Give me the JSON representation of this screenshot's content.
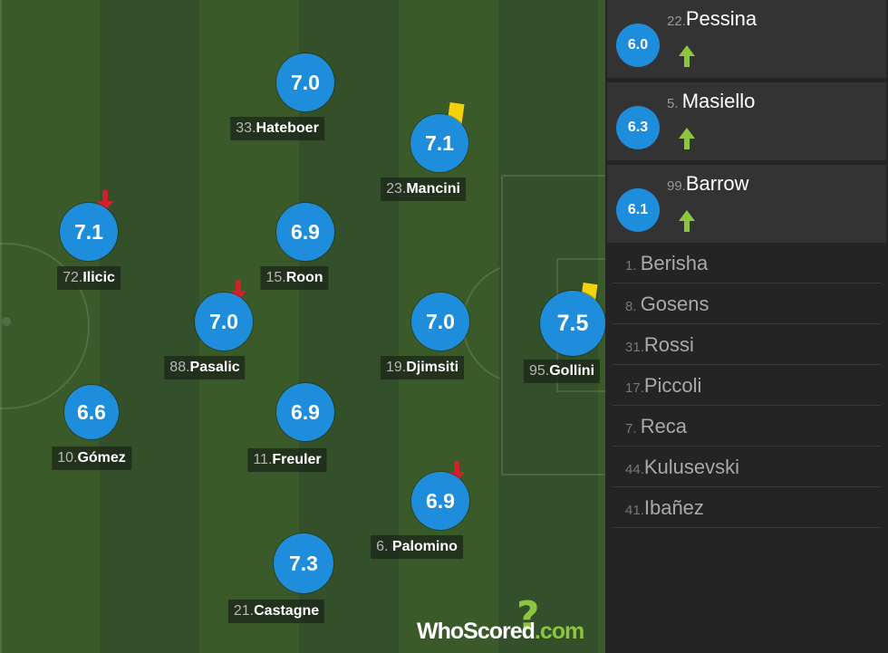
{
  "pitch": {
    "players": [
      {
        "number": "72.",
        "name": "Ilicic",
        "rating": "7.1",
        "subbed_off": true,
        "yellow_card": false
      },
      {
        "number": "10.",
        "name": "Gómez",
        "rating": "6.6",
        "subbed_off": false,
        "yellow_card": false
      },
      {
        "number": "33.",
        "name": "Hateboer",
        "rating": "7.0",
        "subbed_off": false,
        "yellow_card": false
      },
      {
        "number": "15.",
        "name": "Roon",
        "rating": "6.9",
        "subbed_off": false,
        "yellow_card": false
      },
      {
        "number": "88.",
        "name": "Pasalic",
        "rating": "7.0",
        "subbed_off": true,
        "yellow_card": false
      },
      {
        "number": "11.",
        "name": "Freuler",
        "rating": "6.9",
        "subbed_off": false,
        "yellow_card": false
      },
      {
        "number": "21.",
        "name": "Castagne",
        "rating": "7.3",
        "subbed_off": false,
        "yellow_card": false
      },
      {
        "number": "23.",
        "name": "Mancini",
        "rating": "7.1",
        "subbed_off": false,
        "yellow_card": true
      },
      {
        "number": "19.",
        "name": "Djimsiti",
        "rating": "7.0",
        "subbed_off": false,
        "yellow_card": false
      },
      {
        "number": "6. ",
        "name": "Palomino",
        "rating": "6.9",
        "subbed_off": true,
        "yellow_card": false
      },
      {
        "number": "95.",
        "name": "Gollini",
        "rating": "7.5",
        "subbed_off": false,
        "yellow_card": true
      }
    ]
  },
  "subs": [
    {
      "number": "22.",
      "name": "Pessina",
      "rating": "6.0"
    },
    {
      "number": "5. ",
      "name": "Masiello",
      "rating": "6.3"
    },
    {
      "number": "99.",
      "name": "Barrow",
      "rating": "6.1"
    }
  ],
  "bench": [
    {
      "number": "1. ",
      "name": "Berisha"
    },
    {
      "number": "8. ",
      "name": "Gosens"
    },
    {
      "number": "31.",
      "name": "Rossi"
    },
    {
      "number": "17.",
      "name": "Piccoli"
    },
    {
      "number": "7. ",
      "name": "Reca"
    },
    {
      "number": "44.",
      "name": "Kulusevski"
    },
    {
      "number": "41.",
      "name": "Ibañez"
    }
  ],
  "logo": {
    "text": "WhoScored",
    "suffix": ".com",
    "mark": "?"
  },
  "colors": {
    "rating_badge": "#1e8ddb",
    "yellow_card": "#f5d30a",
    "sub_off_arrow": "#d0202a",
    "sub_on_arrow": "#8cc63f"
  }
}
